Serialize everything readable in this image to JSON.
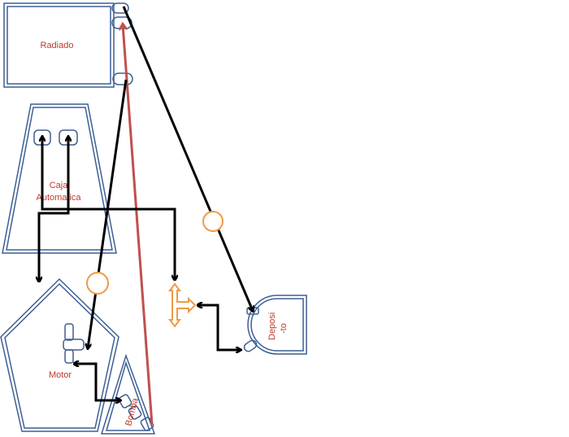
{
  "labels": {
    "radiator": "Radiado",
    "gearbox_line1": "Caja",
    "gearbox_line2": "Automatica",
    "motor": "Motor",
    "pump": "Bomba",
    "tank_line1": "Deposi",
    "tank_line2": "-to"
  },
  "colors": {
    "shape_outline": "#3d5f94",
    "label_text": "#c0392b",
    "flow_arrow": "#000000",
    "return_line": "#c0504d",
    "valve": "#ef9a45"
  }
}
